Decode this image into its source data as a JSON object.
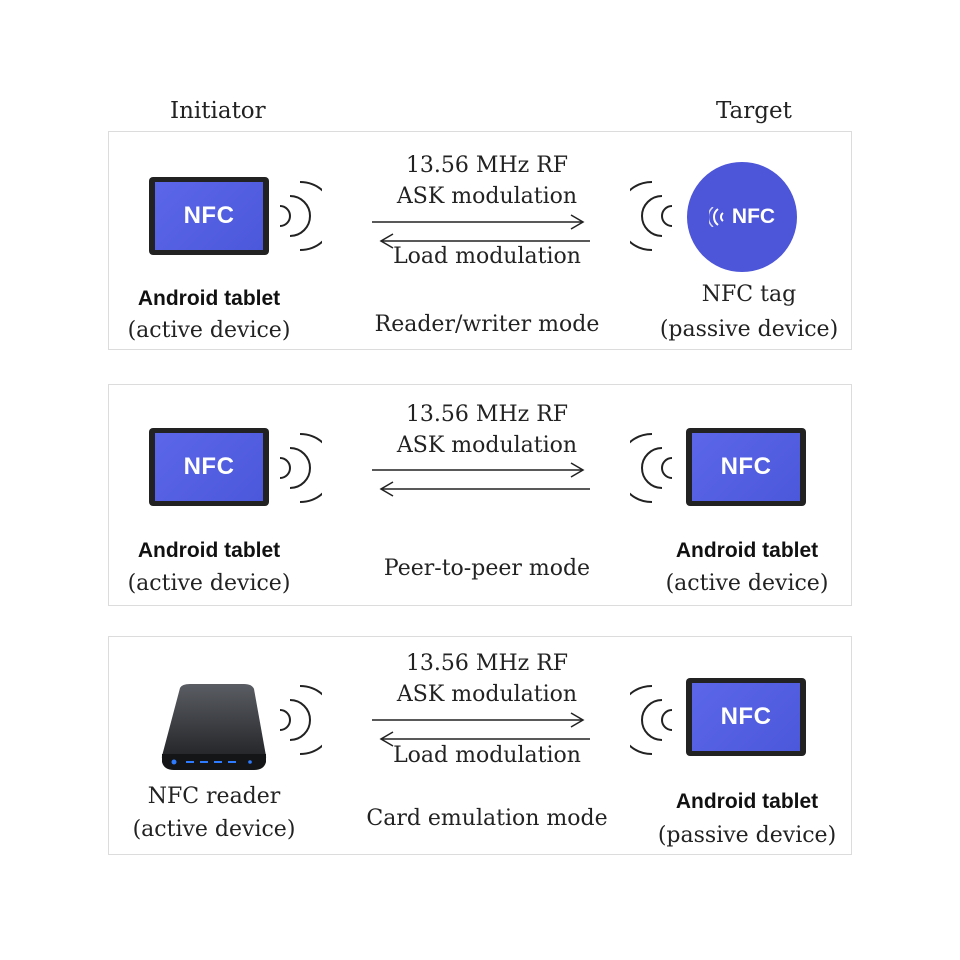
{
  "headers": {
    "initiator": "Initiator",
    "target": "Target"
  },
  "panels": [
    {
      "freq": "13.56 MHz RF",
      "modulation": "ASK modulation",
      "return_label": "Load modulation",
      "mode": "Reader/writer mode",
      "left": {
        "icon_text": "NFC",
        "name": "Android tablet",
        "role": "(active device)"
      },
      "right": {
        "icon_text": "NFC",
        "name": "NFC tag",
        "role": "(passive device)"
      }
    },
    {
      "freq": "13.56 MHz RF",
      "modulation": "ASK modulation",
      "mode": "Peer-to-peer mode",
      "left": {
        "icon_text": "NFC",
        "name": "Android tablet",
        "role": "(active device)"
      },
      "right": {
        "icon_text": "NFC",
        "name": "Android tablet",
        "role": "(active device)"
      }
    },
    {
      "freq": "13.56 MHz RF",
      "modulation": "ASK modulation",
      "return_label": "Load modulation",
      "mode": "Card emulation mode",
      "left": {
        "name": "NFC reader",
        "role": "(active device)"
      },
      "right": {
        "icon_text": "NFC",
        "name": "Android tablet",
        "role": "(passive device)"
      }
    }
  ],
  "colors": {
    "screen": "#5b66e8",
    "tag": "#4d55d8",
    "bezel": "#222222",
    "border": "#dcdcdc"
  }
}
